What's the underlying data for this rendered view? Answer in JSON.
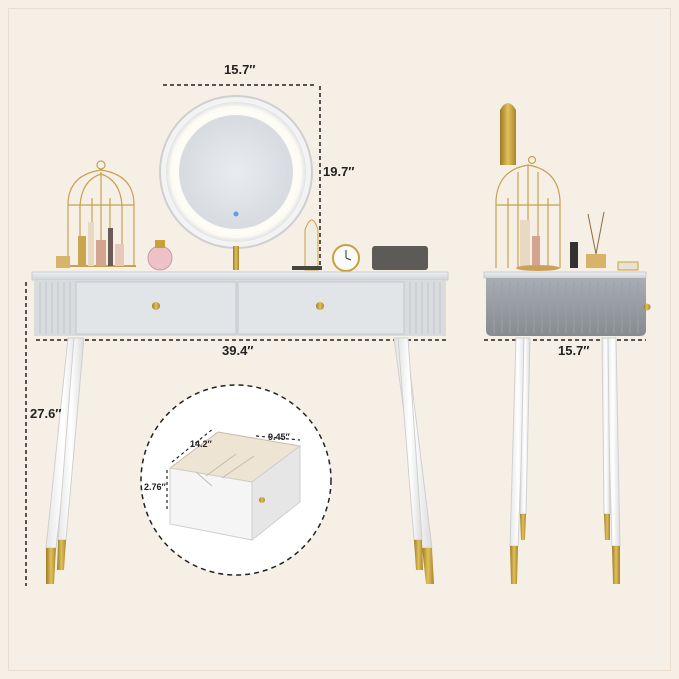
{
  "dimensions": {
    "mirror_width": "15.7″",
    "mirror_height": "19.7″",
    "table_width": "39.4″",
    "table_height": "27.6″",
    "side_depth": "15.7″",
    "drawer_width": "14.2″",
    "drawer_depth": "9.45″",
    "drawer_height": "2.76″"
  },
  "colors": {
    "background": "#f6efe6",
    "table_body": "#d9dcdf",
    "leg": "#ffffff",
    "gold": "#c9a13a",
    "mirror_light": "#fffdf4"
  }
}
